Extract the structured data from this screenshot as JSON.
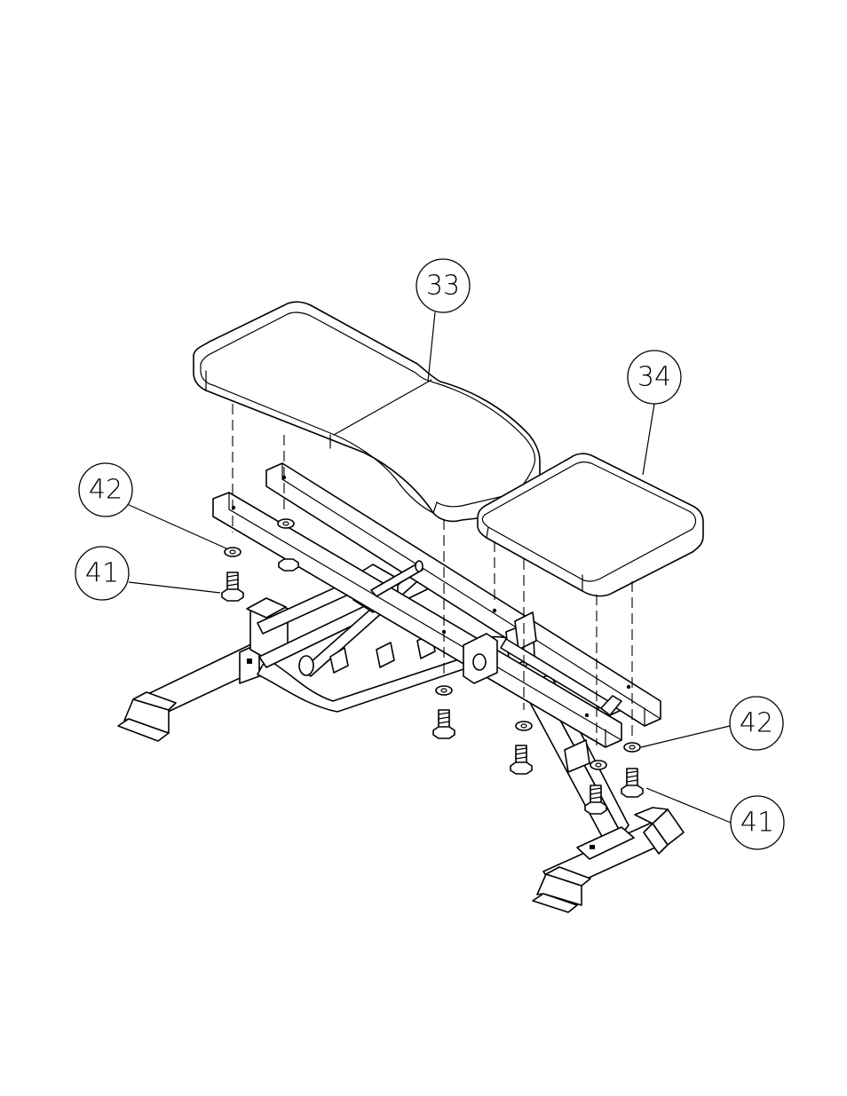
{
  "callouts": {
    "seat": "33",
    "pad": "34",
    "washer_left": "42",
    "bolt_left": "41",
    "washer_right": "42",
    "bolt_right": "41"
  }
}
